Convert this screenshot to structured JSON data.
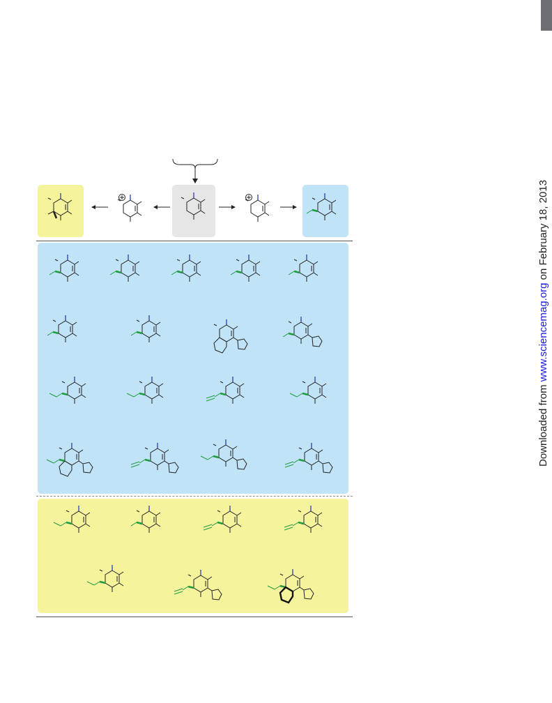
{
  "footer": {
    "prefix": "Downloaded from ",
    "link": "www.sciencemag.org",
    "suffix": " on February 18, 2013"
  },
  "colors": {
    "yellow_panel": "#f6f39d",
    "blue_panel": "#c0e3f8",
    "grey_panel": "#e6e6e6",
    "heteroatom_blue": "#2b3fa8",
    "substituent_green": "#1f9b3e",
    "link_blue": "#1a1adc"
  },
  "figure": {
    "scheme_icons": [
      "right-arrow-icon",
      "left-arrow-icon",
      "down-arrow-icon",
      "brace-icon",
      "cation-charge-icon"
    ],
    "grids": {
      "blue": [
        5,
        4,
        4,
        4
      ],
      "yellow": [
        4,
        3
      ]
    }
  }
}
